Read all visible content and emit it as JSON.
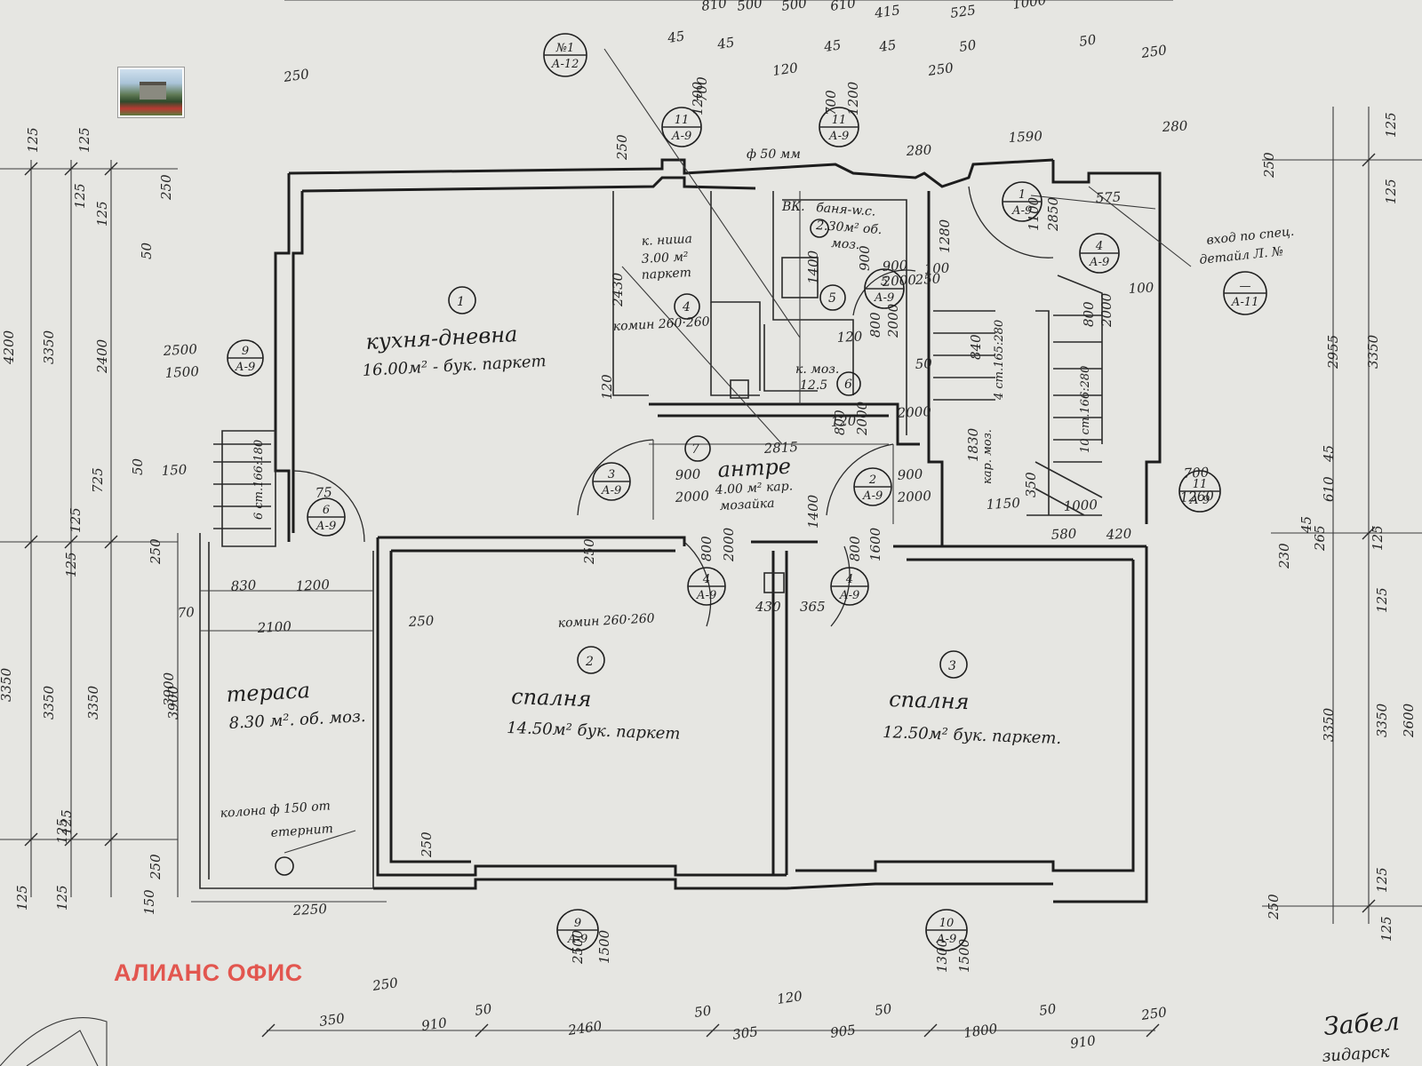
{
  "rooms": {
    "kitchen": {
      "number": "1",
      "name": "кухня-дневна",
      "area": "16.00м² - бук. паркет"
    },
    "bedroom2": {
      "number": "2",
      "name": "спалня",
      "area": "14.50м² бук. паркет"
    },
    "bedroom3": {
      "number": "3",
      "name": "спалня",
      "area": "12.50м² бук. паркет."
    },
    "niche": {
      "number": "4",
      "line1": "к. ниша",
      "line2": "3.00 м²",
      "line3": "паркет"
    },
    "bath": {
      "number": "5",
      "line1": "бaня-w.c.",
      "line2": "2.30м² об.",
      "line3": "моз."
    },
    "storage": {
      "number": "6",
      "line1": "к. моз.",
      "line2": "12.5"
    },
    "hall": {
      "number": "7",
      "name": "антре",
      "line1": "4.00 м² кар.",
      "line2": "мозайка"
    },
    "terrace": {
      "name": "тераса",
      "area": "8.30 м². об. моз."
    }
  },
  "notes": {
    "chimney_top": "комин 260·260",
    "chimney_bottom": "комин 260·260",
    "pipe": "ф 50 мм",
    "vk": "ВК.",
    "column_line1": "колона ф 150 от",
    "column_line2": "етернит",
    "entrance_line1": "вход по спец.",
    "entrance_line2": "детайл Л. №",
    "stairs_left": "6 ст.166:180",
    "stairs_mid": "4 ст.165:280",
    "stairs_right": "10 ст.166:280",
    "stairs_floor": "кар. моз.",
    "corner_text_1": "Забел",
    "corner_text_2": "зидарск"
  },
  "tags": [
    {
      "num": "№1",
      "sheet": "А-12"
    },
    {
      "num": "11",
      "sheet": "А-9"
    },
    {
      "num": "11",
      "sheet": "А-9"
    },
    {
      "num": "1",
      "sheet": "А-9"
    },
    {
      "num": "4",
      "sheet": "А-9"
    },
    {
      "num": "—",
      "sheet": "А-11"
    },
    {
      "num": "9",
      "sheet": "А-9"
    },
    {
      "num": "5",
      "sheet": "А-9"
    },
    {
      "num": "6",
      "sheet": "А-9"
    },
    {
      "num": "3",
      "sheet": "А-9"
    },
    {
      "num": "2",
      "sheet": "А-9"
    },
    {
      "num": "4",
      "sheet": "А-9"
    },
    {
      "num": "4",
      "sheet": "А-9"
    },
    {
      "num": "11",
      "sheet": "А-9"
    },
    {
      "num": "9",
      "sheet": "А-9"
    },
    {
      "num": "10",
      "sheet": "А-9"
    }
  ],
  "dimensions": {
    "top": [
      "810",
      "500",
      "500",
      "610",
      "415",
      "525",
      "1000",
      "45",
      "45",
      "45",
      "45",
      "50",
      "50",
      "120",
      "250",
      "250",
      "250"
    ],
    "bottom": [
      "350",
      "910",
      "50",
      "2460",
      "50",
      "305",
      "120",
      "905",
      "50",
      "1800",
      "50",
      "910",
      "250",
      "250"
    ],
    "left": [
      "125",
      "125",
      "125",
      "125",
      "250",
      "50",
      "4200",
      "3350",
      "2400",
      "50",
      "725",
      "125",
      "125",
      "250",
      "3350",
      "3350",
      "3900",
      "125",
      "125",
      "125",
      "125",
      "250",
      "3350"
    ],
    "right": [
      "125",
      "250",
      "125",
      "2955",
      "3350",
      "45",
      "610",
      "45",
      "265",
      "230",
      "125",
      "125",
      "3350",
      "3350",
      "125",
      "250",
      "125",
      "2600"
    ],
    "interior": [
      "2430",
      "250",
      "1400",
      "120",
      "800",
      "2000",
      "2815",
      "1400",
      "900",
      "2000",
      "900",
      "2000",
      "1150",
      "1830",
      "840",
      "1280",
      "580",
      "420",
      "2100",
      "250",
      "830",
      "1200",
      "70",
      "150",
      "75",
      "3900",
      "2250",
      "150",
      "250",
      "430",
      "365",
      "250",
      "800",
      "2000",
      "800",
      "1600",
      "280",
      "280",
      "575",
      "1590",
      "250",
      "120",
      "50",
      "120",
      "1000",
      "350",
      "1100",
      "2850",
      "700",
      "1200",
      "700",
      "1200",
      "700",
      "1260",
      "2500",
      "1500",
      "2500",
      "1500",
      "1300",
      "1500",
      "800",
      "2000",
      "800",
      "2000",
      "100",
      "100",
      "900",
      "2000",
      "900",
      "2000"
    ]
  },
  "watermark": "АЛИАНС ОФИС"
}
